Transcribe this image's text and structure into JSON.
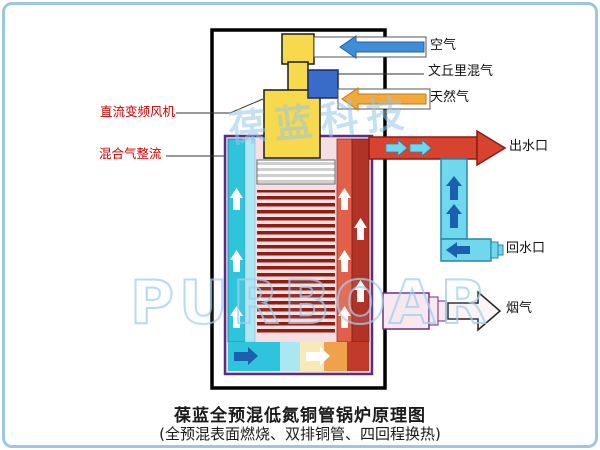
{
  "watermarks": {
    "brand_cn": "葆蓝科技",
    "brand_en": "PURBOAR"
  },
  "labels": {
    "air": "空气",
    "venturi": "文丘里混气",
    "gas": "天然气",
    "fan": "直流变频风机",
    "rectifier": "混合气整流",
    "water_outlet": "出水口",
    "water_return": "回水口",
    "flue": "烟气"
  },
  "caption": {
    "title": "葆蓝全预混低氮铜管锅炉原理图",
    "subtitle": "(全预混表面燃烧、双排铜管、四回程换热)"
  },
  "colors": {
    "frame_border": "#9CC6E3",
    "label_red": "#D40000",
    "air_blue": "#3E8FD8",
    "gas_orange": "#F2A93B",
    "fan_yellow": "#F7D94C",
    "venturi_blue": "#3A6BC9",
    "hot_red": "#D7432E",
    "cold_cyan": "#6FD8EC",
    "column_cyan": "#2EC4DB",
    "column_cyan_light": "#AEE6F2",
    "column_red_inner": "#E2604A",
    "column_red_outer": "#B13327",
    "coil_dark_red": "#8E1D12",
    "vessel_pink": "#F6DFE3",
    "vessel_purple": "#5B2C86",
    "flue_pink": "#F9E8EE",
    "flue_arrow_white": "#FDF4F7",
    "flow_arrow_dark_blue": "#1B5FAE",
    "band": [
      "#2EC4DB",
      "#A9E8F2",
      "#F7E9B8",
      "#F0A14B",
      "#C23B2A"
    ]
  },
  "icons": {
    "air_flow_arrow": "arrow-left",
    "gas_flow_arrow": "arrow-left",
    "outlet_flow_arrow": "arrow-right",
    "return_flow_arrow": "arrow-up",
    "return_inflow_arrow": "arrow-left",
    "flue_flow_arrow": "arrow-right",
    "water_rise_arrow": "arrow-up",
    "band_flow_arrow": "arrow-right"
  }
}
